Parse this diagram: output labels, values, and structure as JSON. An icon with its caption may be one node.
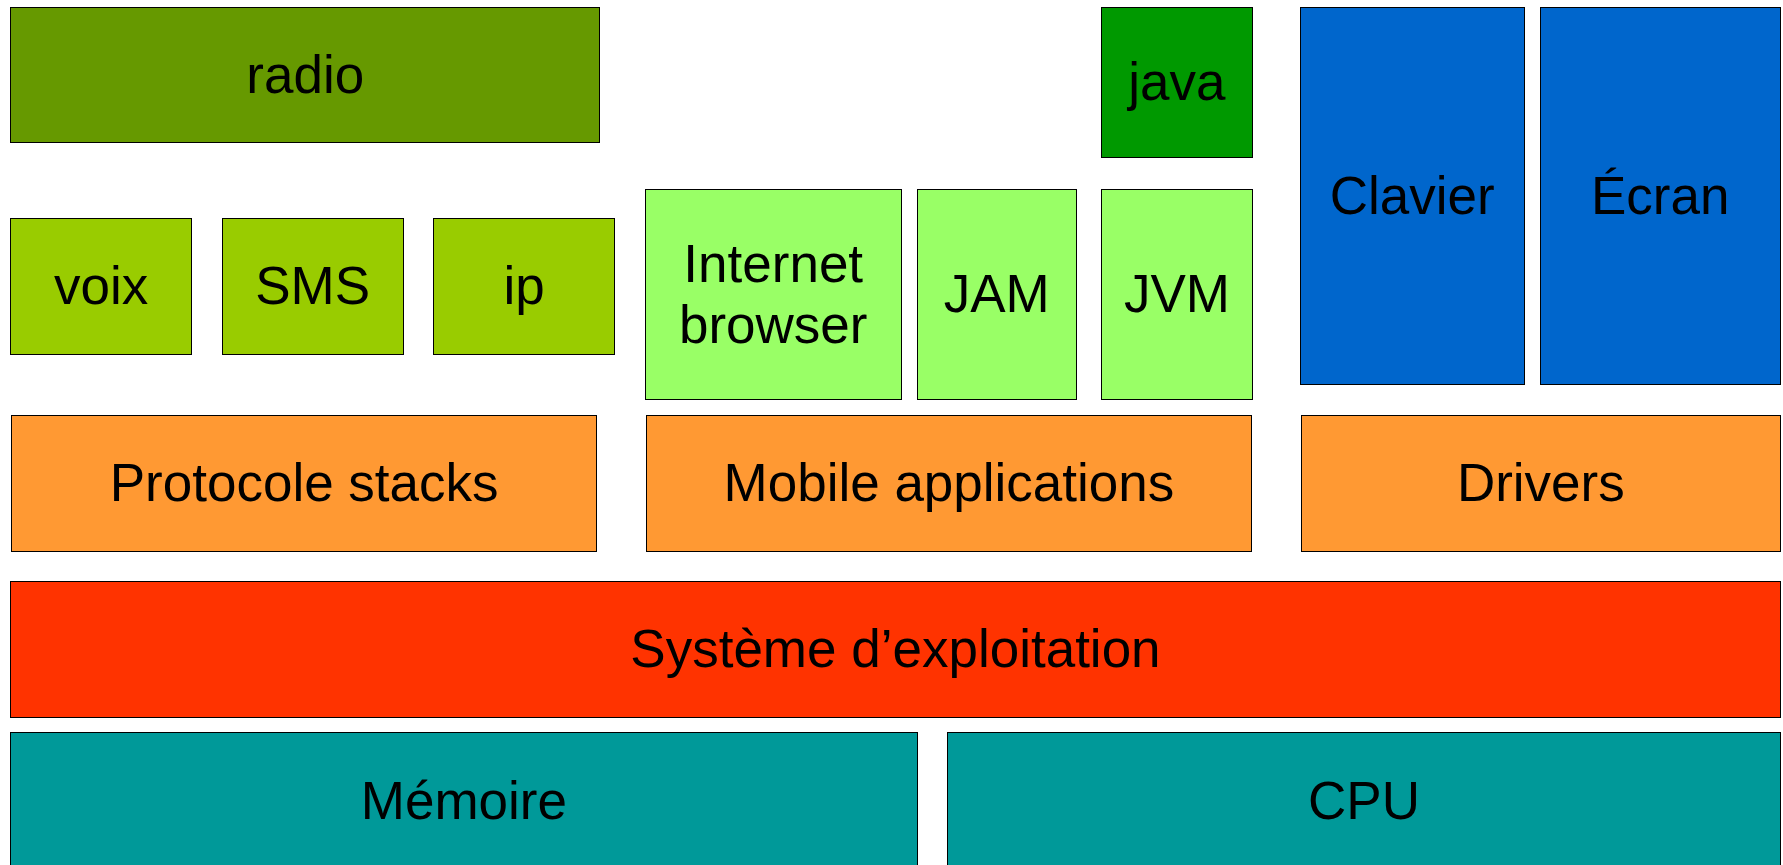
{
  "diagram": {
    "nodes": [
      {
        "text": [
          "radio"
        ]
      },
      {
        "text": [
          "java"
        ]
      },
      {
        "text": [
          "Clavier"
        ]
      },
      {
        "text": [
          "Écran"
        ]
      },
      {
        "text": [
          "voix"
        ]
      },
      {
        "text": [
          "SMS"
        ]
      },
      {
        "text": [
          "ip"
        ]
      },
      {
        "text": [
          "Internet browser"
        ]
      },
      {
        "text": [
          "JAM"
        ]
      },
      {
        "text": [
          "JVM"
        ]
      },
      {
        "text": [
          "Protocole stacks"
        ]
      },
      {
        "text": [
          "Mobile applications"
        ]
      },
      {
        "text": [
          "Drivers"
        ]
      },
      {
        "text": [
          "Système d’exploitation"
        ]
      },
      {
        "text": [
          "Mémoire"
        ]
      },
      {
        "text": [
          "CPU"
        ]
      }
    ]
  }
}
